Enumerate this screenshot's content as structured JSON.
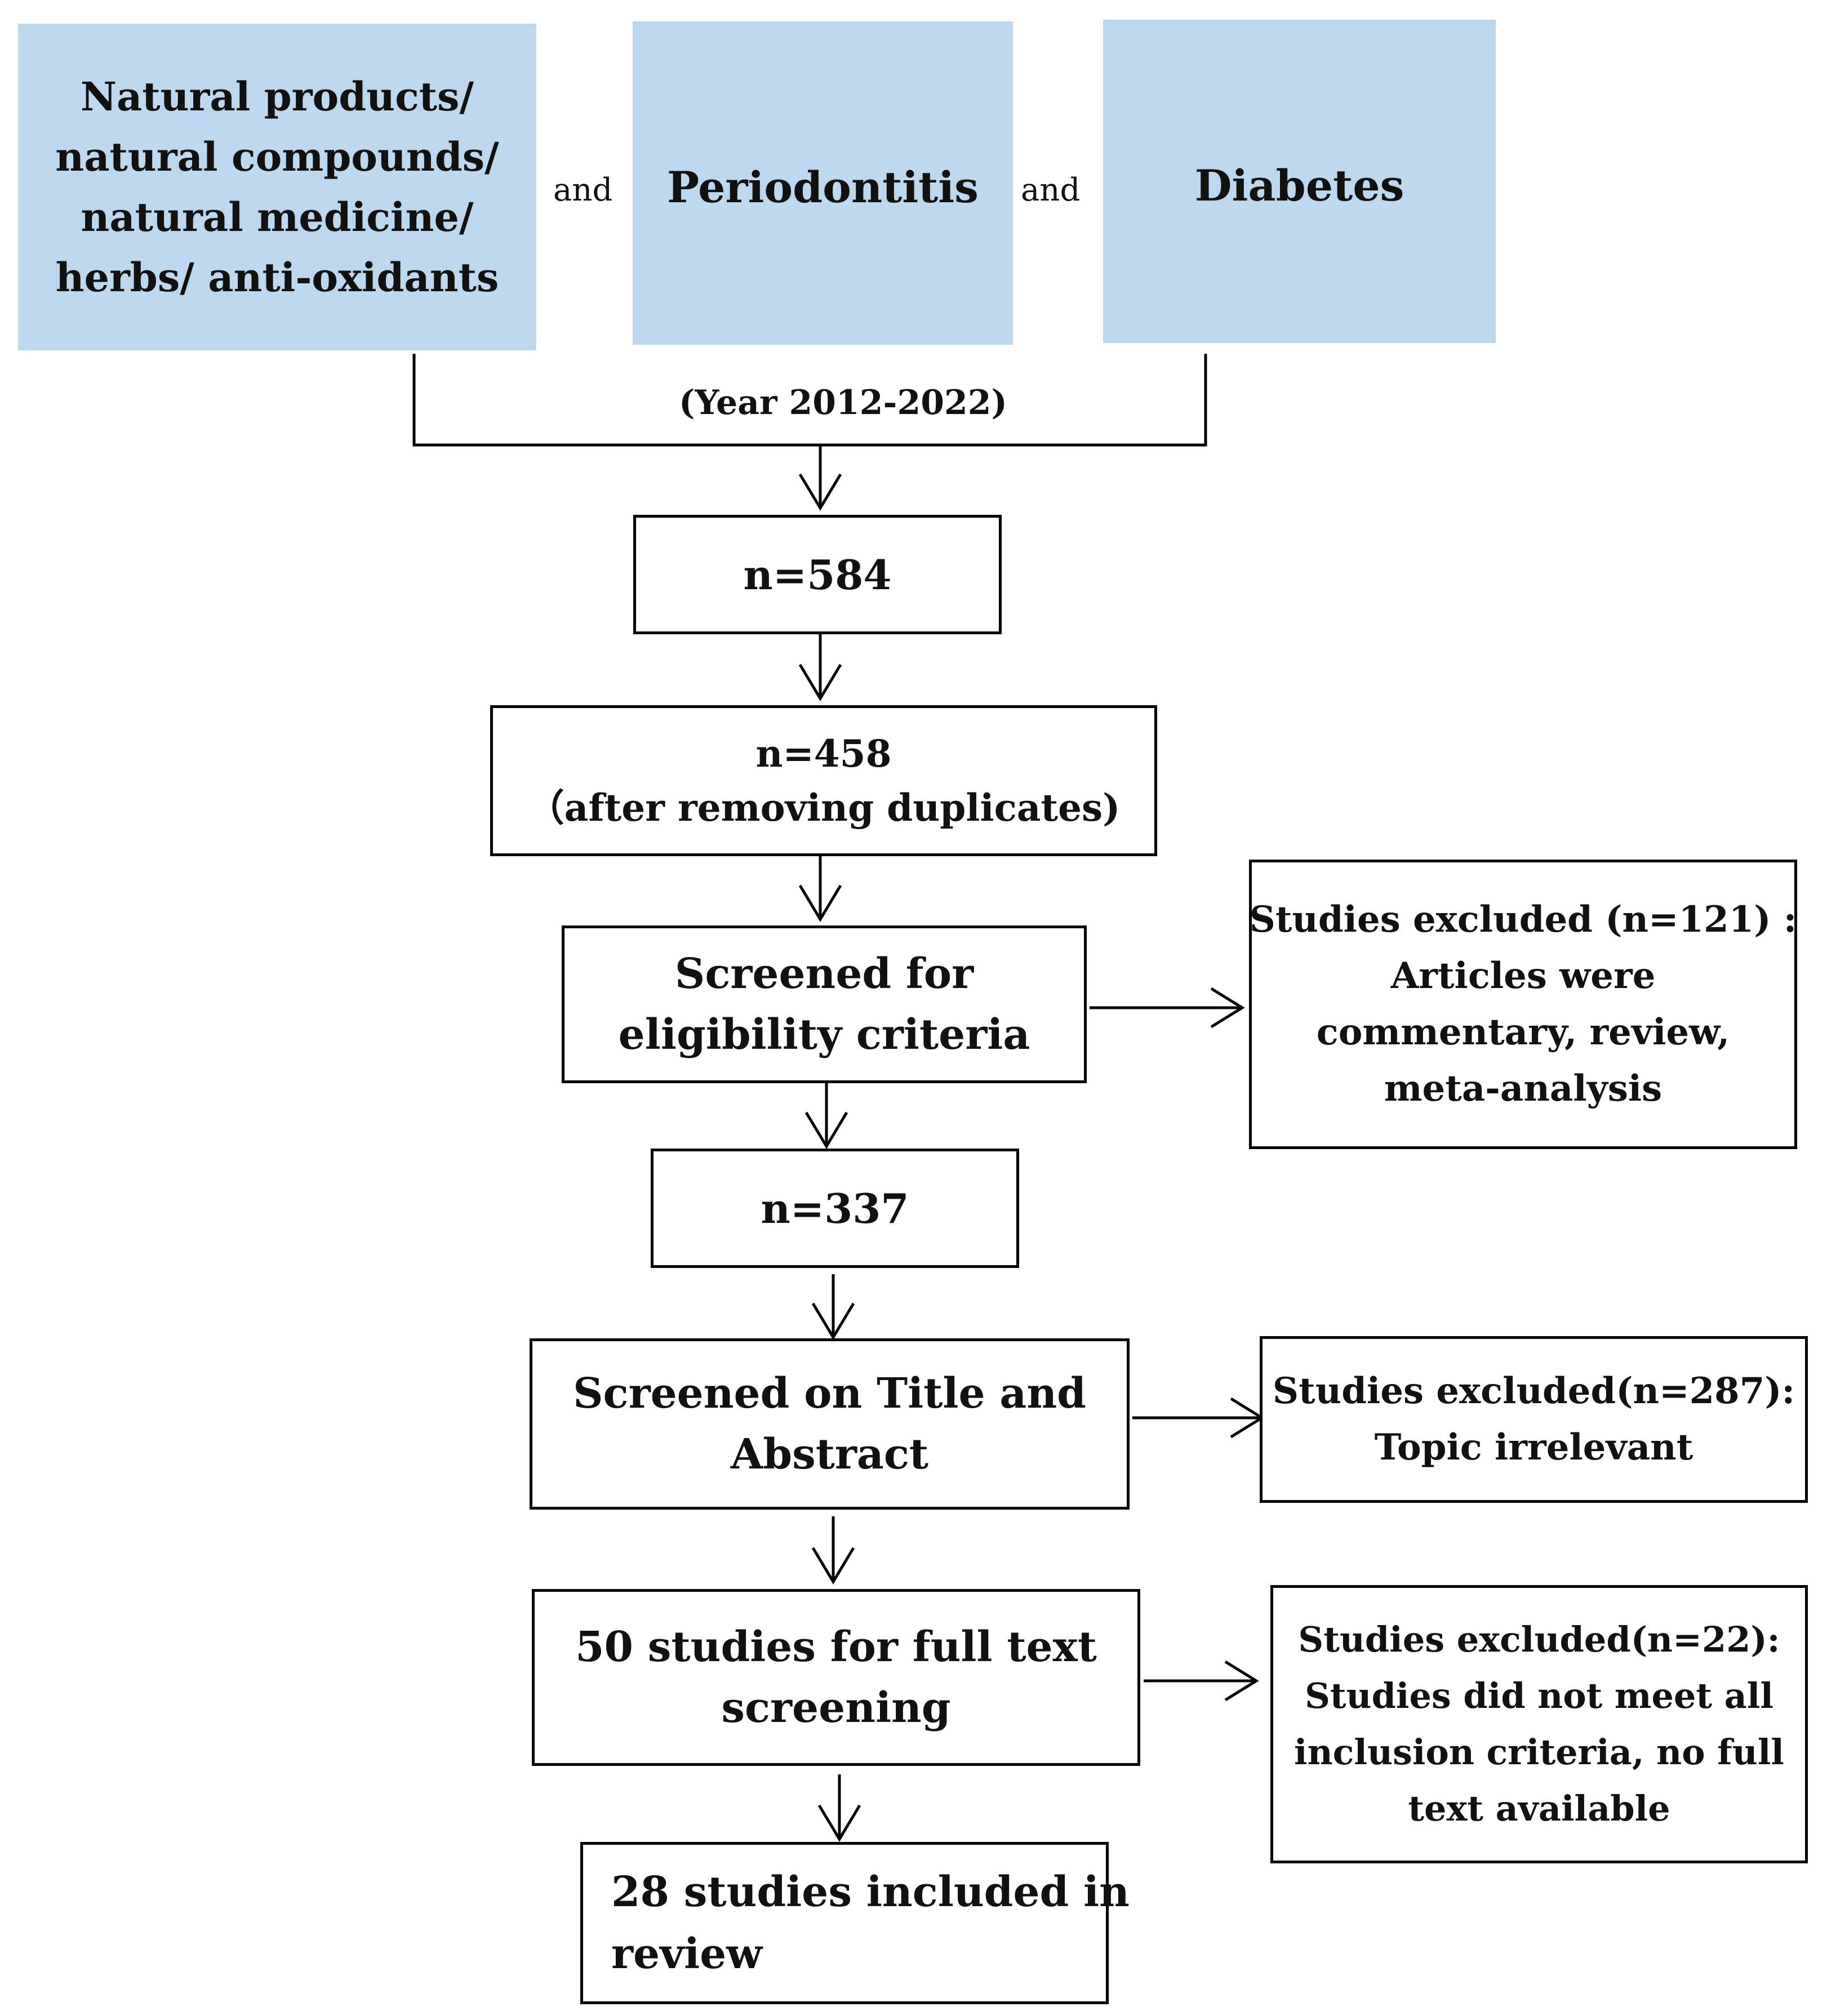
{
  "search_terms": [
    {
      "lines": [
        "Natural products/",
        "natural compounds/",
        "natural medicine/",
        "herbs/ anti-oxidants"
      ]
    },
    {
      "lines": [
        "Periodontitis"
      ]
    },
    {
      "lines": [
        "Diabetes"
      ]
    }
  ],
  "connector": "and",
  "year_range": "(Year 2012-2022)",
  "steps": [
    {
      "lines": [
        "n=584"
      ]
    },
    {
      "lines": [
        "n=458",
        "（after removing duplicates)"
      ]
    },
    {
      "lines": [
        "Screened for",
        "eligibility criteria"
      ]
    },
    {
      "lines": [
        "n=337"
      ]
    },
    {
      "lines": [
        "Screened on Title and",
        "Abstract"
      ]
    },
    {
      "lines": [
        "50 studies for full text",
        "screening"
      ]
    },
    {
      "lines": [
        "28 studies  included in",
        "review"
      ]
    }
  ],
  "exclusions": [
    {
      "lines": [
        "Studies excluded (n=121) :",
        "Articles were",
        "commentary, review,",
        "meta-analysis"
      ]
    },
    {
      "lines": [
        "Studies excluded(n=287):",
        "Topic irrelevant"
      ]
    },
    {
      "lines": [
        "Studies excluded(n=22):",
        "Studies did not meet all",
        "inclusion criteria, no full",
        "text available"
      ]
    }
  ],
  "colors": {
    "term_fill": "#bdd7ee",
    "line": "#000000",
    "text": "#111111"
  }
}
